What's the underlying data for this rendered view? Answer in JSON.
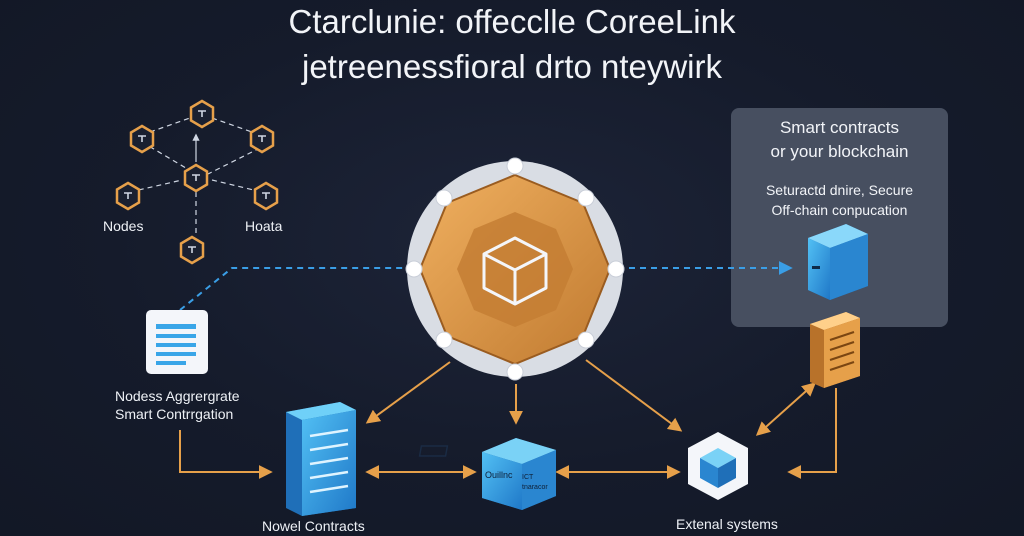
{
  "title_line1": "Ctarclunie: offecclle CoreeLink",
  "title_line2": "jetreenessfioral drto nteywirk",
  "labels": {
    "nodes": "Nodes",
    "hoata": "Hoata",
    "aggregate_line1": "Nodess Aggrergrate",
    "aggregate_line2": "Smart Contrrgation",
    "nowel_contracts": "Nowel Contracts",
    "external_systems": "Extenal systems"
  },
  "panel": {
    "heading_line1": "Smart contracts",
    "heading_line2": "or your blockchain",
    "sub_line1": "Seturactd dnire, Secure",
    "sub_line2": "Off-chain conpucation"
  },
  "small_box": {
    "line1": "Ouillnc",
    "line2": "ICT",
    "line3": "tnaracor"
  },
  "colors": {
    "background": "#141a2a",
    "orange": "#e6a04a",
    "orange_dark": "#b8722a",
    "blue": "#3aa6e8",
    "dashed_blue": "#3a9ee6",
    "panel": "#4a5263"
  }
}
